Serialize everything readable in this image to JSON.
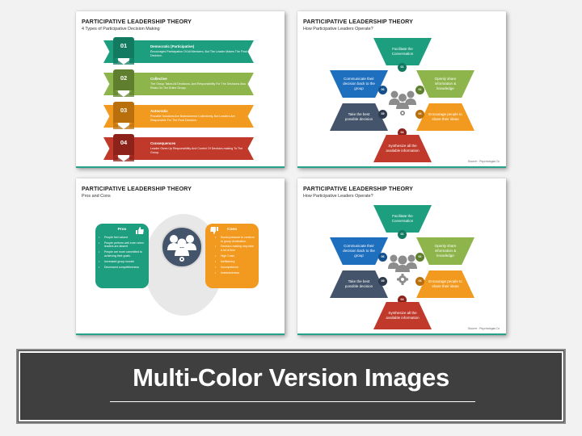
{
  "colors": {
    "page_bg": "#f2f2f2",
    "accent_line": "#24a38a",
    "teal": "#1d9e7f",
    "green": "#8db54b",
    "orange": "#f29a1f",
    "red": "#c0392b",
    "blue": "#1f6fbf",
    "slate": "#44546a",
    "banner_bg": "#3f3f3f"
  },
  "slides": [
    {
      "title": "PARTICIPATIVE LEADERSHIP THEORY",
      "subtitle": "4 Types of Participative Decision Making",
      "items": [
        {
          "number": "01",
          "heading": "Democratic (Participative)",
          "text": "Encourages Participation Of All Members, But The Leader Makes The Final Decision.",
          "color": "#1d9e7f",
          "dark": "#137a62"
        },
        {
          "number": "02",
          "heading": "Collective",
          "text": "The Group Takes All Decisions, And Responsibility For The Decisions Also Rests On The Entire Group.",
          "color": "#8db54b",
          "dark": "#5f7f2e"
        },
        {
          "number": "03",
          "heading": "Autocratic",
          "text": "Possible Solutions Are Brainstormed Collectively, But Leaders Are Responsible For The Final Decision.",
          "color": "#f29a1f",
          "dark": "#b86f0c"
        },
        {
          "number": "04",
          "heading": "Consequences",
          "text": "Leader Gives Up Responsibility And Control Of Decision-making To The Group.",
          "color": "#c0392b",
          "dark": "#8c2219"
        }
      ]
    },
    {
      "title": "PARTICIPATIVE LEADERSHIP THEORY",
      "subtitle": "How Participative Leaders Operate?",
      "steps": [
        {
          "number": "01",
          "text": "Facilitate the Conversation",
          "color": "#1d9e7f"
        },
        {
          "number": "02",
          "text": "Openly share information & knowledge",
          "color": "#8db54b"
        },
        {
          "number": "03",
          "text": "Encourage people to share their ideas",
          "color": "#f29a1f"
        },
        {
          "number": "04",
          "text": "Synthesize all the available information",
          "color": "#c0392b"
        },
        {
          "number": "05",
          "text": "Take the best possible decision",
          "color": "#44546a"
        },
        {
          "number": "06",
          "text": "Communicate their decision back to the group",
          "color": "#1f6fbf"
        }
      ],
      "source": "Source : Psychologia.Co"
    },
    {
      "title": "PARTICIPATIVE LEADERSHIP THEORY",
      "subtitle": "Pros and Cons",
      "pros": {
        "title": "Pros",
        "icon": "thumbs-up-icon",
        "items": [
          "People feel valued",
          "People perform well even when leaders are absent",
          "People are more committed to achieving their goals.",
          "Increased group morale",
          "Decreased competitiveness"
        ]
      },
      "cons": {
        "title": "Cons",
        "icon": "thumbs-down-icon",
        "items": [
          "Social pressure to conform to group domination.",
          "Decision-making may take a lot of time",
          "High Costs",
          "Inefficiency",
          "Incompetence",
          "Indecisiveness"
        ]
      }
    },
    {
      "title": "PARTICIPATIVE LEADERSHIP THEORY",
      "subtitle": "How Participative Leaders Operate?",
      "steps": [
        {
          "number": "01",
          "text": "Facilitate the Conversation",
          "color": "#1d9e7f"
        },
        {
          "number": "02",
          "text": "Openly share information & knowledge",
          "color": "#8db54b"
        },
        {
          "number": "03",
          "text": "Encourage people to share their ideas",
          "color": "#f29a1f"
        },
        {
          "number": "04",
          "text": "Synthesize all the available information",
          "color": "#c0392b"
        },
        {
          "number": "05",
          "text": "Take the best possible decision",
          "color": "#44546a"
        },
        {
          "number": "06",
          "text": "Communicate their decision back to the group",
          "color": "#1f6fbf"
        }
      ],
      "source": "Source : Psychologia.Co"
    }
  ],
  "banner": {
    "title": "Multi-Color Version Images"
  }
}
